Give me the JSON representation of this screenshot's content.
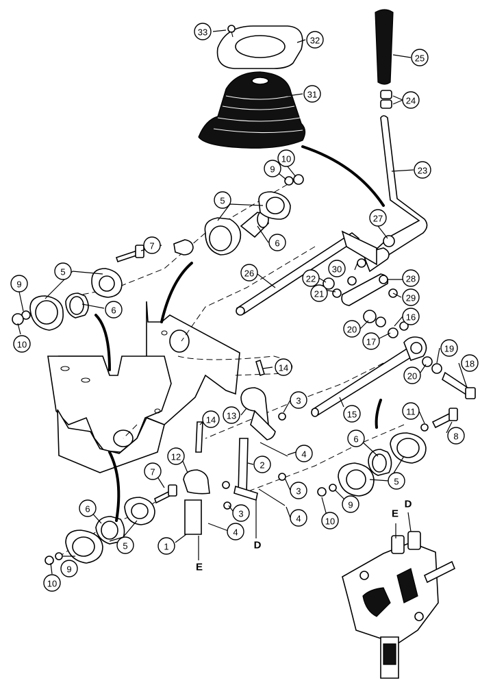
{
  "callouts": [
    {
      "label": "33"
    },
    {
      "label": "32"
    },
    {
      "label": "25"
    },
    {
      "label": "24"
    },
    {
      "label": "24"
    },
    {
      "label": "31"
    },
    {
      "label": "10"
    },
    {
      "label": "9"
    },
    {
      "label": "23"
    },
    {
      "label": "5"
    },
    {
      "label": "27"
    },
    {
      "label": "7"
    },
    {
      "label": "6"
    },
    {
      "label": "30"
    },
    {
      "label": "5"
    },
    {
      "label": "26"
    },
    {
      "label": "28"
    },
    {
      "label": "9"
    },
    {
      "label": "22"
    },
    {
      "label": "6"
    },
    {
      "label": "29"
    },
    {
      "label": "21"
    },
    {
      "label": "16"
    },
    {
      "label": "10"
    },
    {
      "label": "20"
    },
    {
      "label": "17"
    },
    {
      "label": "19"
    },
    {
      "label": "14"
    },
    {
      "label": "18"
    },
    {
      "label": "20"
    },
    {
      "label": "3"
    },
    {
      "label": "13"
    },
    {
      "label": "15"
    },
    {
      "label": "11"
    },
    {
      "label": "14"
    },
    {
      "label": "8"
    },
    {
      "label": "4"
    },
    {
      "label": "6"
    },
    {
      "label": "12"
    },
    {
      "label": "2"
    },
    {
      "label": "7"
    },
    {
      "label": "3"
    },
    {
      "label": "5"
    },
    {
      "label": "10"
    },
    {
      "label": "9"
    },
    {
      "label": "6"
    },
    {
      "label": "3"
    },
    {
      "label": "4"
    },
    {
      "label": "4"
    },
    {
      "label": "5"
    },
    {
      "label": "1"
    },
    {
      "label": "9"
    },
    {
      "label": "10"
    }
  ],
  "letters": [
    {
      "text": "D"
    },
    {
      "text": "E"
    },
    {
      "text": "E"
    },
    {
      "text": "D"
    }
  ]
}
